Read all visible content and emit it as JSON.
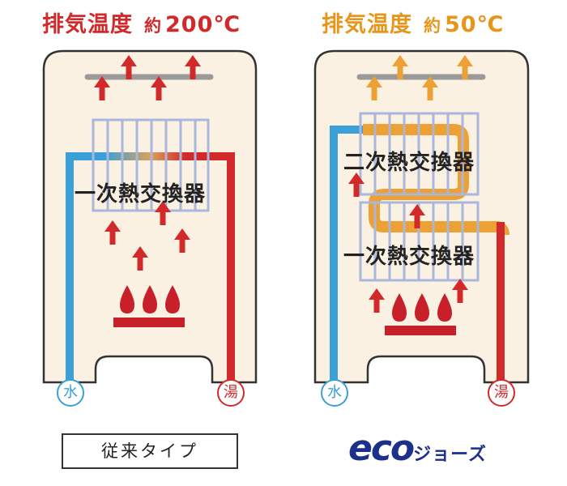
{
  "left_panel": {
    "title_main": "排気温度",
    "title_sub": "約",
    "title_value": "200℃",
    "title_color": "#d22a2a",
    "exchanger_label": "一次熱交換器",
    "water_label": "水",
    "hot_label": "湯",
    "caption": "従来タイプ"
  },
  "right_panel": {
    "title_main": "排気温度",
    "title_sub": "約",
    "title_value": "50℃",
    "title_color": "#e8951c",
    "secondary_exchanger_label": "二次熱交換器",
    "primary_exchanger_label": "一次熱交換器",
    "water_label": "水",
    "hot_label": "湯",
    "logo_text_eco": "eco",
    "logo_text_jozu": "ジョーズ"
  },
  "colors": {
    "panel_bg": "#fbf1e2",
    "outline": "#333333",
    "cold_pipe": "#3b9fd8",
    "hot_pipe": "#d22a2a",
    "exchanger_fin": "#a9b7dc",
    "secondary_pipe": "#eda033",
    "logo_color": "#1c2f8a"
  }
}
